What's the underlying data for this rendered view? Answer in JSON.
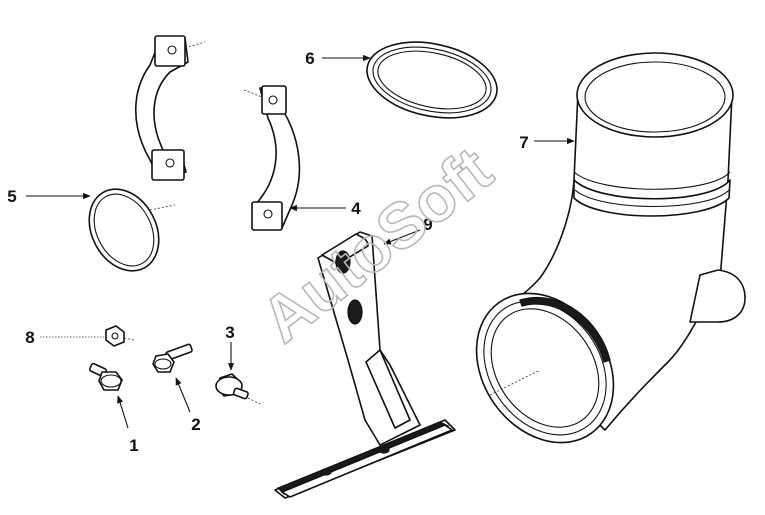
{
  "watermark": {
    "text": "AutoSoft"
  },
  "callouts": [
    {
      "id": "1",
      "label": "1"
    },
    {
      "id": "2",
      "label": "2"
    },
    {
      "id": "3",
      "label": "3"
    },
    {
      "id": "4",
      "label": "4"
    },
    {
      "id": "5",
      "label": "5"
    },
    {
      "id": "6",
      "label": "6"
    },
    {
      "id": "7",
      "label": "7"
    },
    {
      "id": "8",
      "label": "8"
    },
    {
      "id": "9",
      "label": "9"
    }
  ]
}
